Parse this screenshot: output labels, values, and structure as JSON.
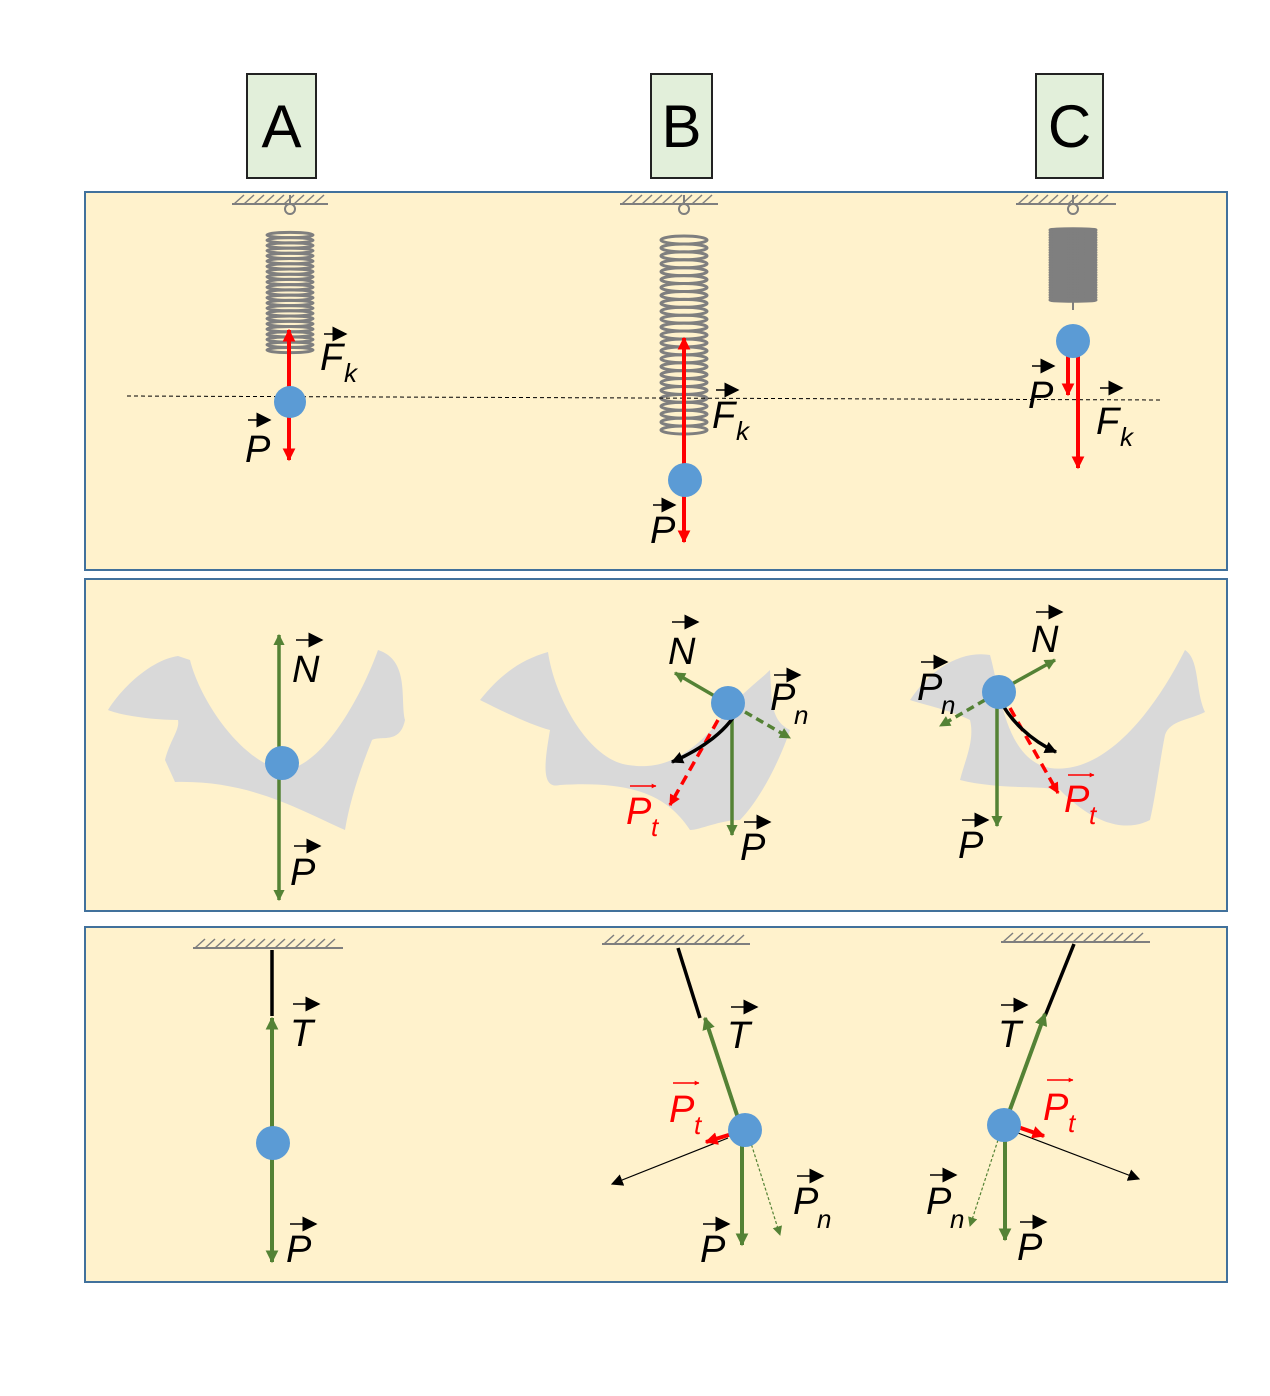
{
  "columns": [
    "A",
    "B",
    "C"
  ],
  "labels": {
    "P": "P",
    "Fk": "F",
    "Fk_sub": "k",
    "N": "N",
    "Pn": "P",
    "Pn_sub": "n",
    "Pt": "P",
    "Pt_sub": "t",
    "T": "T"
  },
  "colors": {
    "panel_bg": "#fff2cc",
    "panel_border": "#41719c",
    "label_bg": "#e2efda",
    "ball": "#5b9bd5",
    "red": "#ff0000",
    "green": "#548235",
    "spring": "#7f7f7f",
    "surface": "#d9d9d9"
  }
}
